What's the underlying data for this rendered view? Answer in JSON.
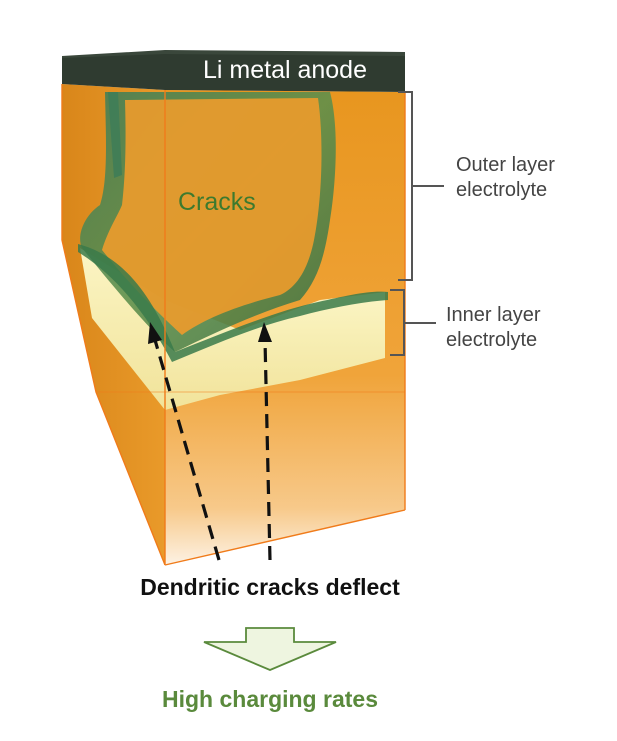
{
  "anode": {
    "label": "Li metal anode"
  },
  "cracks": {
    "label": "Cracks"
  },
  "outer_layer": {
    "line1": "Outer layer",
    "line2": "electrolyte"
  },
  "inner_layer": {
    "line1": "Inner layer",
    "line2": "electrolyte"
  },
  "caption": {
    "deflect": "Dendritic cracks deflect"
  },
  "result": {
    "label": "High charging rates"
  },
  "colors": {
    "anode_bar": "#2f3b30",
    "electrolyte": "#e89a2a",
    "inner_layer": "#f5eeb0",
    "crack_green": "#3d7a2e",
    "box_edge": "#f07b1a",
    "arrow_fill": "#eef5e0",
    "arrow_stroke": "#5a8a3c"
  }
}
